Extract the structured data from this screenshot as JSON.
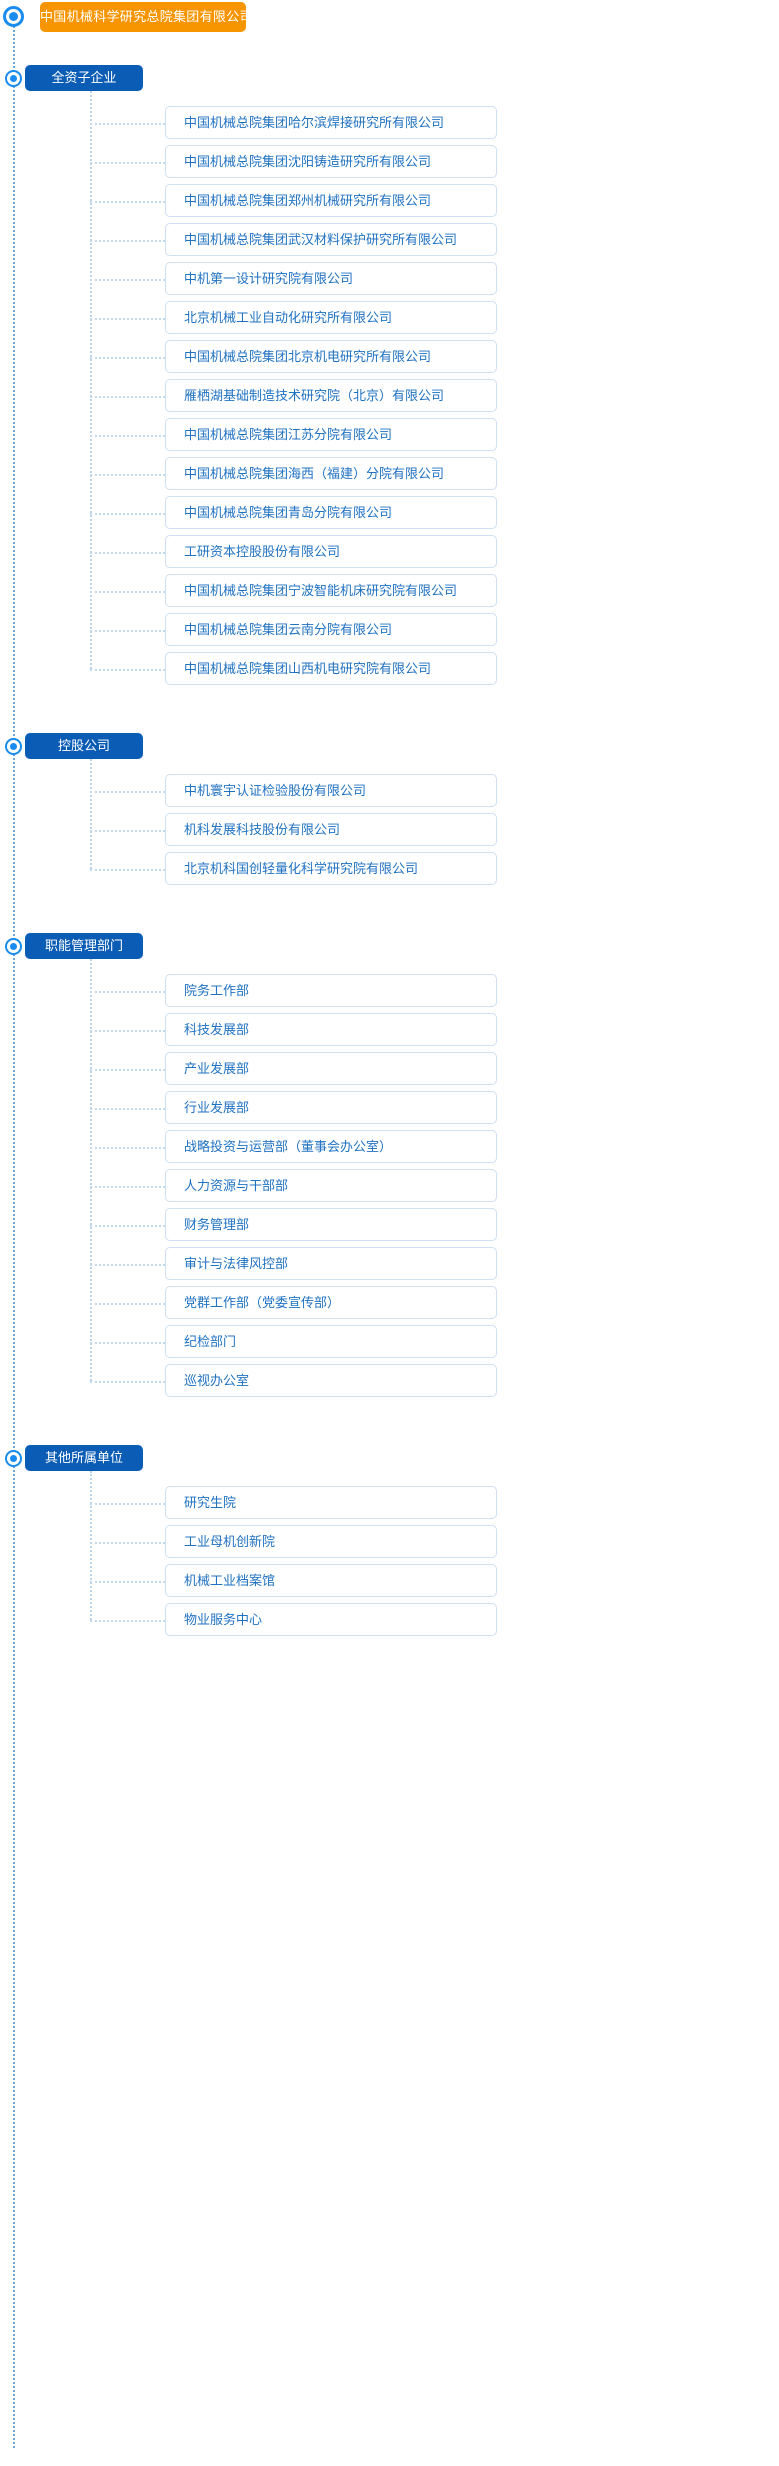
{
  "colors": {
    "accent_orange": "#F79500",
    "accent_blue": "#0B5CB5",
    "item_text": "#2072c2",
    "item_border": "#cfe0f2",
    "dotted_line": "#b9d4ec",
    "marker_ring": "#1a8cf0"
  },
  "root": {
    "label": "中国机械科学研究总院集团有限公司"
  },
  "sections": [
    {
      "label": "全资子企业",
      "items": [
        "中国机械总院集团哈尔滨焊接研究所有限公司",
        "中国机械总院集团沈阳铸造研究所有限公司",
        "中国机械总院集团郑州机械研究所有限公司",
        "中国机械总院集团武汉材料保护研究所有限公司",
        "中机第一设计研究院有限公司",
        "北京机械工业自动化研究所有限公司",
        "中国机械总院集团北京机电研究所有限公司",
        "雁栖湖基础制造技术研究院（北京）有限公司",
        "中国机械总院集团江苏分院有限公司",
        "中国机械总院集团海西（福建）分院有限公司",
        "中国机械总院集团青岛分院有限公司",
        "工研资本控股股份有限公司",
        "中国机械总院集团宁波智能机床研究院有限公司",
        "中国机械总院集团云南分院有限公司",
        "中国机械总院集团山西机电研究院有限公司"
      ]
    },
    {
      "label": "控股公司",
      "items": [
        "中机寰宇认证检验股份有限公司",
        "机科发展科技股份有限公司",
        "北京机科国创轻量化科学研究院有限公司"
      ]
    },
    {
      "label": "职能管理部门",
      "items": [
        "院务工作部",
        "科技发展部",
        "产业发展部",
        "行业发展部",
        "战略投资与运营部（董事会办公室）",
        "人力资源与干部部",
        "财务管理部",
        "审计与法律风控部",
        "党群工作部（党委宣传部）",
        "纪检部门",
        "巡视办公室"
      ]
    },
    {
      "label": "其他所属单位",
      "items": [
        "研究生院",
        "工业母机创新院",
        "机械工业档案馆",
        "物业服务中心"
      ]
    }
  ],
  "icons": {
    "node_marker": "ring-dot-icon"
  }
}
